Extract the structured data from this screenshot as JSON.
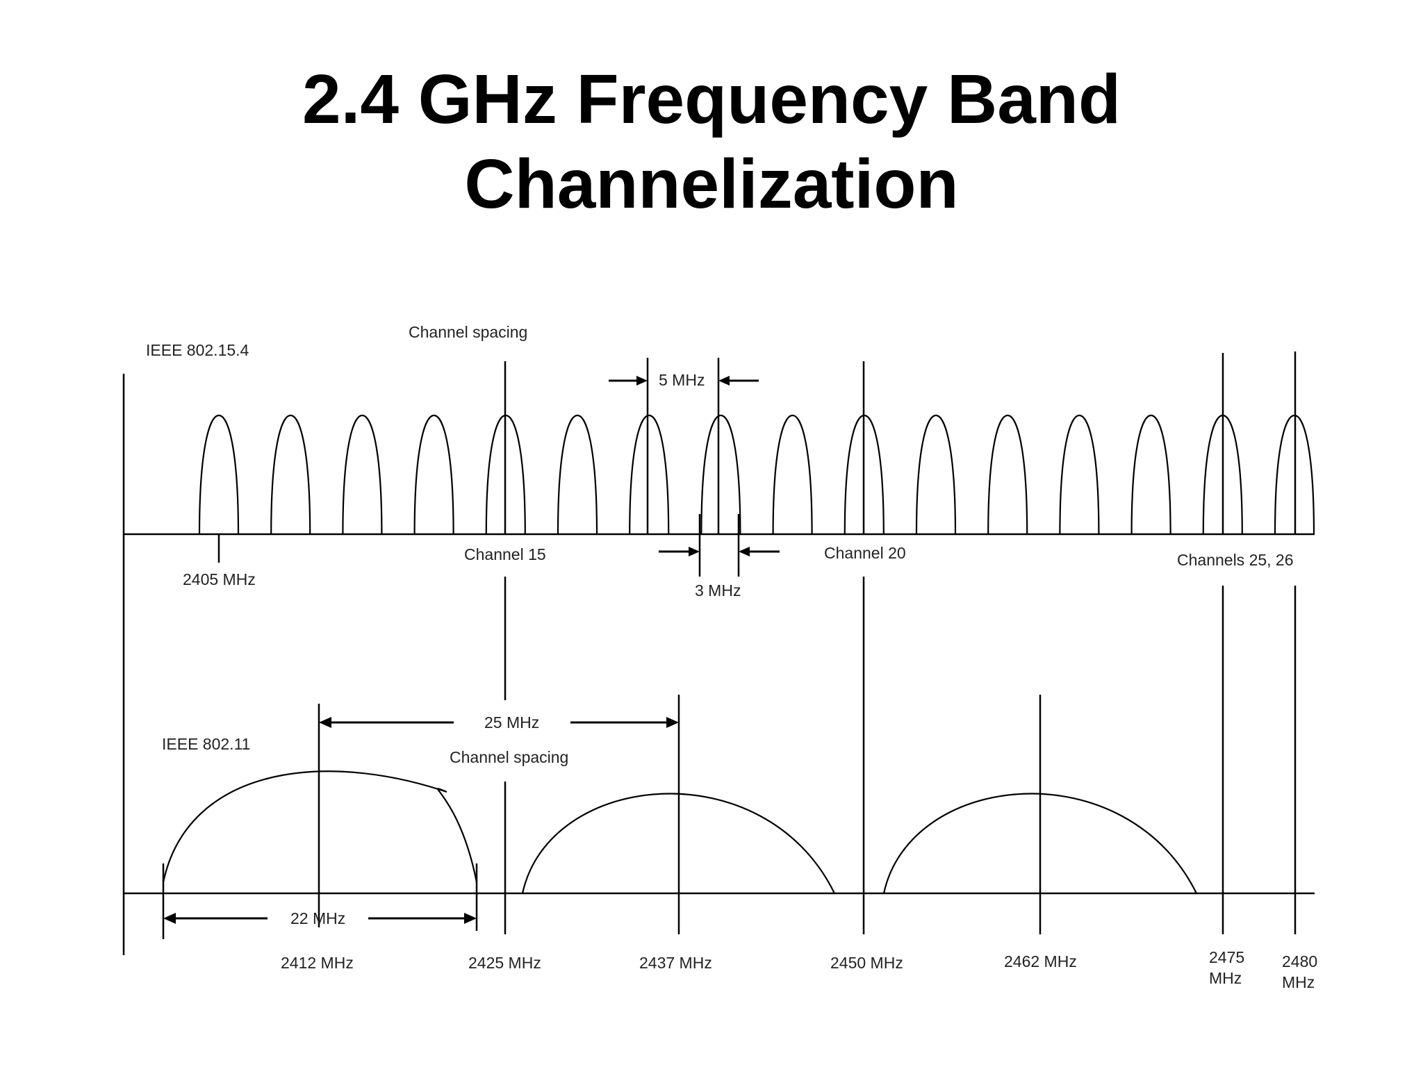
{
  "title": {
    "line1": "2.4 GHz Frequency Band",
    "line2": "Channelization"
  },
  "ieee802154": {
    "label": "IEEE 802.15.4",
    "spacing_caption": "Channel spacing",
    "spacing_value": "5 MHz",
    "channel_width_value": "3 MHz",
    "first_channel_freq": "2405 MHz",
    "channel_15_label": "Channel 15",
    "channel_20_label": "Channel 20",
    "channels_25_26_label": "Channels 25, 26",
    "channel_count": 16
  },
  "ieee80211": {
    "label": "IEEE 802.11",
    "spacing_value": "25 MHz",
    "spacing_caption": "Channel spacing",
    "bandwidth_value": "22 MHz",
    "frequency_labels": [
      {
        "line1": "2412 MHz",
        "line2": ""
      },
      {
        "line1": "2425 MHz",
        "line2": ""
      },
      {
        "line1": "2437 MHz",
        "line2": ""
      },
      {
        "line1": "2450 MHz",
        "line2": ""
      },
      {
        "line1": "2462 MHz",
        "line2": ""
      },
      {
        "line1": "2475",
        "line2": "MHz"
      },
      {
        "line1": "2480",
        "line2": "MHz"
      }
    ]
  }
}
